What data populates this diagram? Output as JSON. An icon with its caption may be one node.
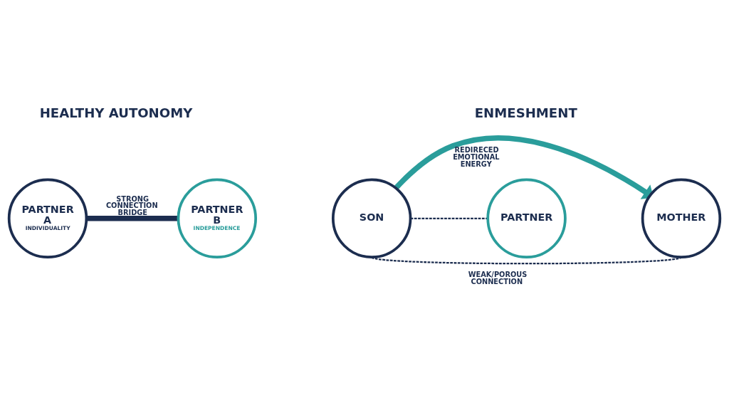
{
  "diagram": {
    "nodes": [
      {
        "text": [
          "PARTNER A",
          "INDIVIDUALITY"
        ]
      },
      {
        "text": [
          "PARTNER B",
          "INDEPENDENCE"
        ]
      },
      {
        "text": [
          "SON"
        ]
      },
      {
        "text": [
          "PARTNER"
        ]
      },
      {
        "text": [
          "MOTHER"
        ]
      }
    ],
    "edges": [
      {
        "from": 0,
        "to": 1,
        "arrow": "none",
        "style": "thick",
        "label": "STRONG CONNECTION BRIDGE"
      },
      {
        "from": 2,
        "to": 4,
        "arrow": "to",
        "style": "thick",
        "color": "#2a9d9b",
        "label": "REDIRECED EMOTIONAL ENERGY"
      },
      {
        "from": 2,
        "to": 3,
        "arrow": "none",
        "style": "dashed"
      },
      {
        "from": 2,
        "to": 4,
        "arrow": "none",
        "style": "dashed",
        "label": "WEAK/POROUS CONNECTION"
      }
    ],
    "labels": [
      "HEALTHY AUTONOMY",
      "ENMESHMENT"
    ]
  }
}
